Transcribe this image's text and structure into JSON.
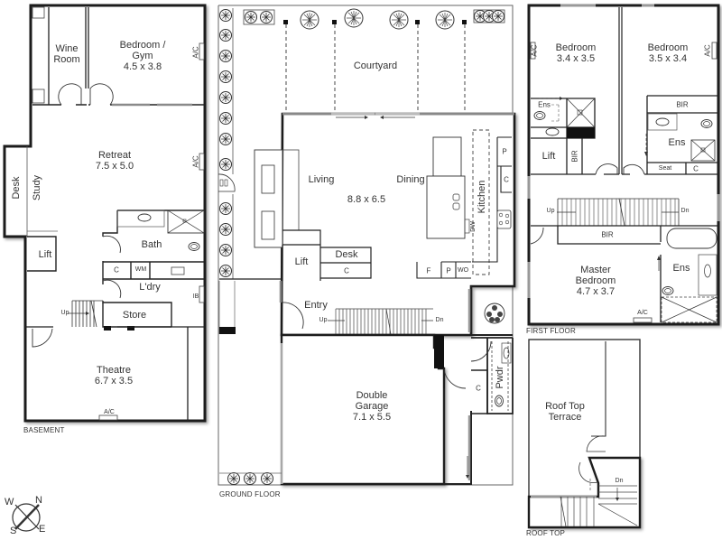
{
  "plan": {
    "floors": {
      "basement": "BASEMENT",
      "ground": "GROUND FLOOR",
      "first": "FIRST FLOOR",
      "rooftop": "ROOF TOP"
    },
    "compass": {
      "n": "N",
      "s": "S",
      "e": "E",
      "w": "W"
    }
  },
  "basement": {
    "wine_room": [
      "Wine",
      "Room"
    ],
    "bedroom_gym": [
      "Bedroom /",
      "Gym",
      "4.5 x 3.8"
    ],
    "retreat": [
      "Retreat",
      "7.5 x 5.0"
    ],
    "desk": "Desk",
    "study": "Study",
    "lift": "Lift",
    "bath": "Bath",
    "c": "C",
    "wm": "WM",
    "laundry": "L'dry",
    "ib": "IB",
    "store": "Store",
    "up": "Up",
    "theatre": [
      "Theatre",
      "6.7 x 3.5"
    ],
    "ac": "A/C"
  },
  "ground": {
    "courtyard": "Courtyard",
    "living": "Living",
    "dining": "Dining",
    "main_dims": "8.8 x 6.5",
    "kitchen": "Kitchen",
    "p": "P",
    "c": "C",
    "dw": "DW",
    "lift": "Lift",
    "desk": "Desk",
    "f": "F",
    "wo": "WO",
    "entry": "Entry",
    "up": "Up",
    "dn": "Dn",
    "garage": [
      "Double",
      "Garage",
      "7.1 x 5.5"
    ],
    "pwdr": "Pwdr"
  },
  "first": {
    "bedroom1": [
      "Bedroom",
      "3.4 x 3.5"
    ],
    "bedroom2": [
      "Bedroom",
      "3.5 x 3.4"
    ],
    "ac": "A/C",
    "ens": "Ens",
    "bir": "BIR",
    "lift": "Lift",
    "seat": "Seat",
    "c": "C",
    "up": "Up",
    "dn": "Dn",
    "master": [
      "Master",
      "Bedroom",
      "4.7 x 3.7"
    ]
  },
  "rooftop": {
    "terrace": [
      "Roof Top",
      "Terrace"
    ],
    "dn": "Dn"
  },
  "colors": {
    "wall": "#1a1a1a",
    "window": "#9a9a9a",
    "line": "#444444"
  }
}
